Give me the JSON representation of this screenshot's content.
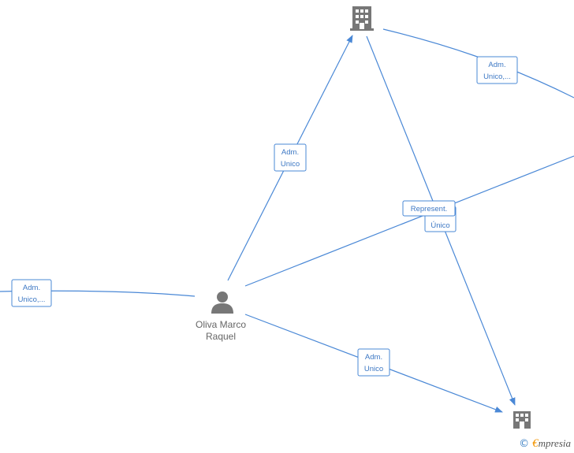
{
  "nodes": {
    "person": {
      "name_line1": "Oliva Marco",
      "name_line2": "Raquel",
      "icon": "person-icon"
    },
    "company_top": {
      "icon": "building-icon"
    },
    "company_bottom": {
      "icon": "building-icon"
    }
  },
  "edge_labels": {
    "top_right": [
      "Adm.",
      "Unico,..."
    ],
    "person_to_top": [
      "Adm.",
      "Unico"
    ],
    "represent": [
      "Represent."
    ],
    "unico": [
      "Único"
    ],
    "left": [
      "Adm.",
      "Unico,..."
    ],
    "person_to_bottom": [
      "Adm.",
      "Unico"
    ]
  },
  "brand": {
    "copyright": "©",
    "initial": "€",
    "rest": "mpresia"
  },
  "colors": {
    "edge": "#4a88d6",
    "icon": "#777777"
  }
}
